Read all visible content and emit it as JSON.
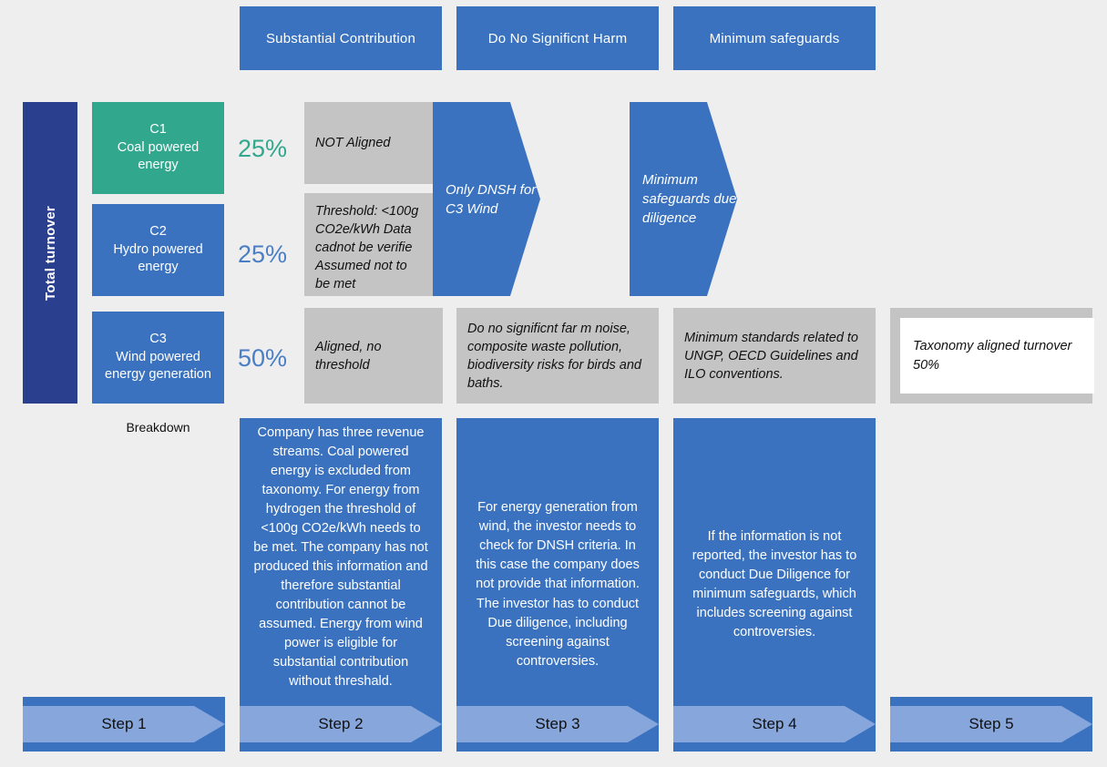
{
  "header": {
    "columns": [
      {
        "label": "Substantial Contribution"
      },
      {
        "label": "Do No Significnt  Harm"
      },
      {
        "label": "Minimum safeguards"
      }
    ]
  },
  "left": {
    "turnover_label": "Total turnover",
    "breakdown_label": "Breakdown",
    "categories": [
      {
        "code": "C1",
        "name": "Coal powered energy",
        "percent": "25%",
        "color": "#31a78d"
      },
      {
        "code": "C2",
        "name": "Hydro powered energy",
        "percent": "25%",
        "color": "#3a72c0"
      },
      {
        "code": "C3",
        "name": "Wind powered energy generation",
        "percent": "50%",
        "color": "#3a72c0"
      }
    ]
  },
  "assessment": {
    "substantial_contribution": [
      {
        "text": "NOT Aligned"
      },
      {
        "text": "Threshold: <100g CO2e/kWh Data cadnot be verifie   Assumed not to be met"
      },
      {
        "text": "Aligned, no threshold"
      }
    ],
    "dnsh_arrow": "Only DNSH for C3 Wind",
    "dnsh_cell": "Do no significnt  far m noise, composite waste pollution, biodiversity risks for birds and baths.",
    "safeguards_arrow": "Minimum safeguards due diligence",
    "safeguards_cell": "Minimum standards related to UNGP, OECD Guidelines and ILO conventions.",
    "result": "Taxonomy aligned turnover 50%"
  },
  "explanations": [
    {
      "text": "Company has three revenue streams. Coal powered energy is excluded from taxonomy. For energy from hydrogen the threshold of <100g CO2e/kWh needs to be met. The company has not produced this information and therefore substantial contribution cannot be assumed. Energy from wind power is eligible for substantial contribution without threshald."
    },
    {
      "text": "For energy  generation from wind, the investor needs to check for DNSH criteria. In this case the company does not provide that information. The investor has to conduct Due diligence, including screening against controversies."
    },
    {
      "text": "If the information is not reported, the investor has to conduct Due Diligence for minimum safeguards, which includes screening against controversies."
    }
  ],
  "steps": [
    {
      "label": "Step 1"
    },
    {
      "label": "Step 2"
    },
    {
      "label": "Step 3"
    },
    {
      "label": "Step 4"
    },
    {
      "label": "Step 5"
    }
  ],
  "colors": {
    "background": "#eeeeee",
    "brand_blue": "#3a72c0",
    "deep_blue": "#2b3f8f",
    "teal": "#31a78d",
    "grey": "#c4c4c4",
    "step_blue": "#86a6dc"
  }
}
